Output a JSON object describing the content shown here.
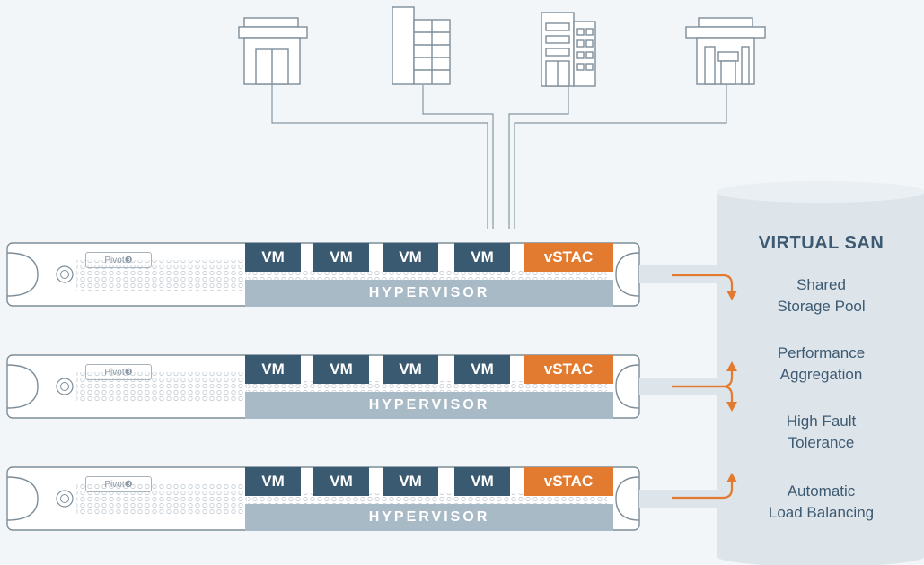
{
  "buildings": [
    {
      "icon": "storefront-building-icon"
    },
    {
      "icon": "office-tower-icon"
    },
    {
      "icon": "office-complex-icon"
    },
    {
      "icon": "shop-building-icon"
    }
  ],
  "servers": [
    {
      "brand": "Pivot❸",
      "vms": [
        "VM",
        "VM",
        "VM",
        "VM"
      ],
      "vstac": "vSTAC",
      "hypervisor": "HYPERVISOR"
    },
    {
      "brand": "Pivot❸",
      "vms": [
        "VM",
        "VM",
        "VM",
        "VM"
      ],
      "vstac": "vSTAC",
      "hypervisor": "HYPERVISOR"
    },
    {
      "brand": "Pivot❸",
      "vms": [
        "VM",
        "VM",
        "VM",
        "VM"
      ],
      "vstac": "vSTAC",
      "hypervisor": "HYPERVISOR"
    }
  ],
  "san": {
    "title": "VIRTUAL SAN",
    "features": [
      "Shared\nStorage Pool",
      "Performance\nAggregation",
      "High Fault\nTolerance",
      "Automatic\nLoad Balancing"
    ]
  },
  "colors": {
    "accent": "#e27b2f",
    "vm": "#3a5a72",
    "hypervisor": "#a9bac7",
    "outline": "#7d8d99",
    "cylinder": "#dde4ea"
  }
}
